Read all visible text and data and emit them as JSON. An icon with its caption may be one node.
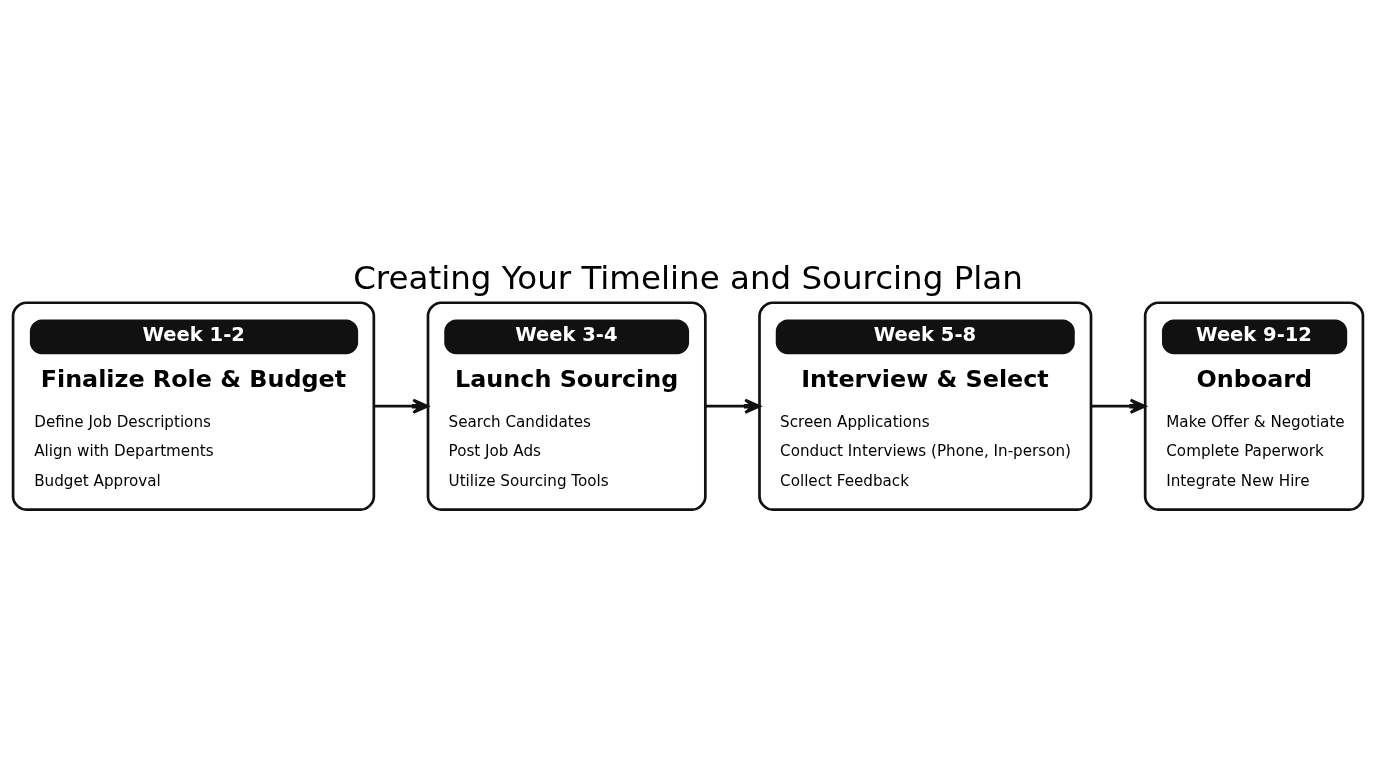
{
  "diagram": {
    "title": "Creating Your Timeline and Sourcing Plan",
    "nodes": [
      {
        "text": [
          "Week 1-2",
          "Finalize Role & Budget",
          "Define Job Descriptions",
          "Align with Departments",
          "Budget Approval"
        ]
      },
      {
        "text": [
          "Week 3-4",
          "Launch Sourcing",
          "Search Candidates",
          "Post Job Ads",
          "Utilize Sourcing Tools"
        ]
      },
      {
        "text": [
          "Week 5-8",
          "Interview & Select",
          "Screen Applications",
          "Conduct Interviews (Phone, In-person)",
          "Collect Feedback"
        ]
      },
      {
        "text": [
          "Week 9-12",
          "Onboard",
          "Make Offer & Negotiate",
          "Complete Paperwork",
          "Integrate New Hire"
        ]
      }
    ],
    "edges": [
      {
        "from": 0,
        "to": 1,
        "arrow": "to"
      },
      {
        "from": 1,
        "to": 2,
        "arrow": "to"
      },
      {
        "from": 2,
        "to": 3,
        "arrow": "to"
      }
    ]
  }
}
